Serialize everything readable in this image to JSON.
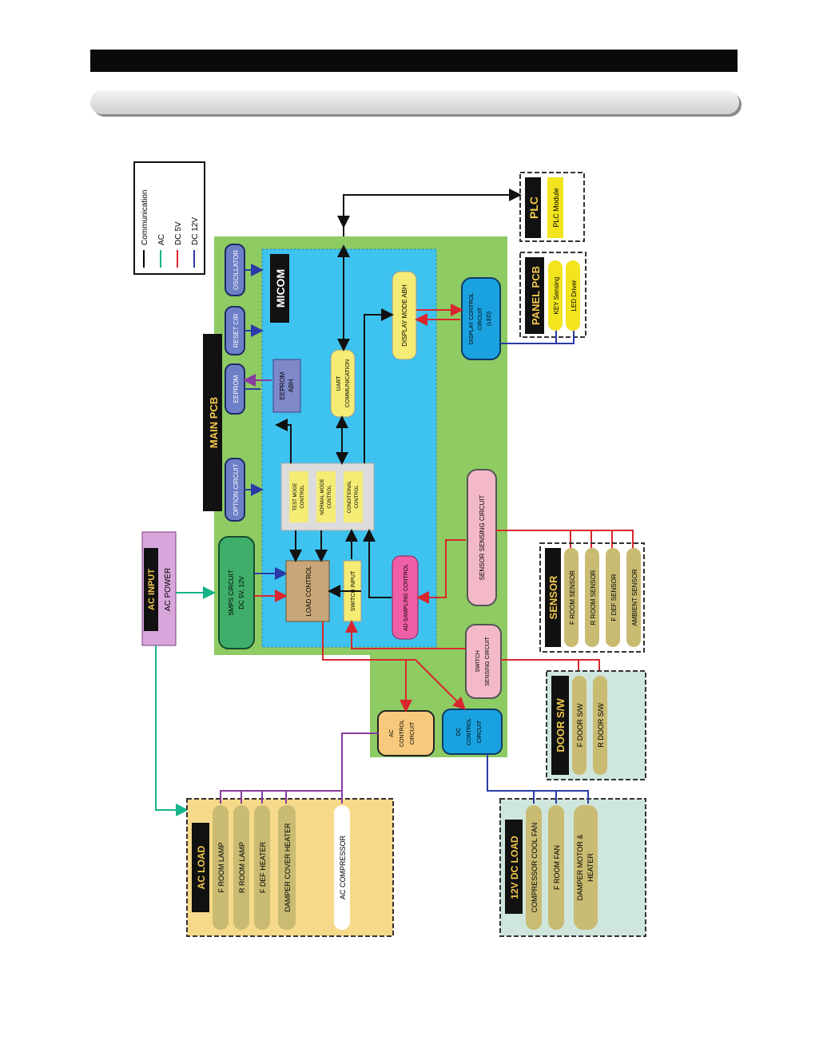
{
  "legend": {
    "items": [
      {
        "label": "Communication",
        "color": "#000000"
      },
      {
        "label": "AC",
        "color": "#17b38a"
      },
      {
        "label": "DC 5V",
        "color": "#d9262e"
      },
      {
        "label": "DC 12V",
        "color": "#2b3aa8"
      }
    ]
  },
  "main_pcb": {
    "title": "MAIN PCB"
  },
  "micom": {
    "title": "MICOM"
  },
  "plc": {
    "title": "PLC",
    "module": "PLC Module"
  },
  "panel_pcb": {
    "title": "PANEL PCB",
    "items": [
      "KEY Sensing",
      "LED Driver"
    ]
  },
  "ac_input": {
    "title": "AC INPUT",
    "sub": "AC POWER"
  },
  "main_left": {
    "oscillator": "OSCILLATOR",
    "reset": "RESET CIR",
    "eeprom": "EEPROM",
    "option": "OPTION CIRCUIT"
  },
  "blocks": {
    "eeprom_abh": [
      "EEPROM",
      "ABH"
    ],
    "uart": [
      "UART",
      "COMMUNICATION"
    ],
    "display_abh": "DISPLAY MODE ABH",
    "display_ctrl": [
      "DISPLAY CONTROL",
      "CIRCUIT",
      "(LED)"
    ],
    "mode": [
      "TEST MODE",
      "CONTROL",
      "NORMAL MODE",
      "CONTROL",
      "CONDITIONAL",
      "CONTROL"
    ],
    "smps": [
      "SMPS CIRCUIT",
      "DC 5V, 12V"
    ],
    "load_control": "LOAD CONTROL",
    "switch_input": "SWITCH INPUT",
    "ad_sampling": "AD SAMPLING CONTROL",
    "sensor_sensing": "SENSOR SENSING CIRCUIT",
    "switch_sensing": [
      "SWITCH",
      "SENSING CIRCUIT"
    ],
    "ac_control": [
      "AC",
      "CONTROL",
      "CIRCUIT"
    ],
    "dc_control": [
      "DC",
      "CONTROL",
      "CIRCUIT"
    ]
  },
  "sensor": {
    "title": "SENSOR",
    "items": [
      "F ROOM SENSOR",
      "R ROOM SENSOR",
      "F DEF SENSOR",
      "AMBIENT SENSOR"
    ]
  },
  "door": {
    "title": "DOOR S/W",
    "items": [
      "F DOOR S/W",
      "R DOOR S/W"
    ]
  },
  "ac_load": {
    "title": "AC LOAD",
    "items": [
      "F ROOM LAMP",
      "R ROOM LAMP",
      "F DEF HEATER",
      "DAMPER COVER HEATER",
      "AC COMPRESSOR"
    ]
  },
  "dc_load": {
    "title": "12V DC LOAD",
    "items": [
      "COMPRESSOR COOL FAN",
      "F ROOM FAN",
      "DAMPER MOTOR &",
      "HEATER"
    ]
  }
}
